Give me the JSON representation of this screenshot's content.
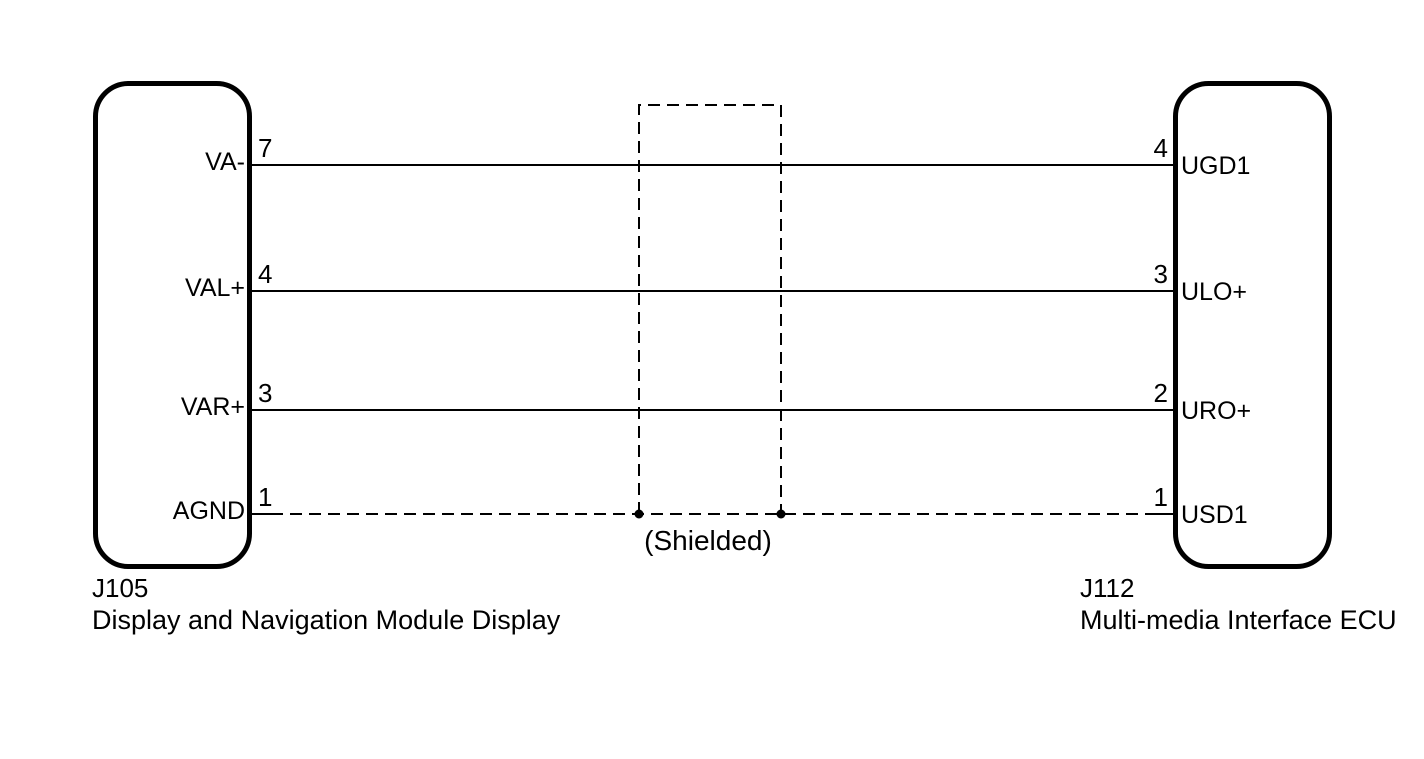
{
  "diagram": {
    "background_color": "#ffffff",
    "line_color": "#000000",
    "shield_label": "(Shielded)",
    "left_connector": {
      "code": "J105",
      "name": "Display and Navigation Module Display",
      "pins": [
        {
          "number": "7",
          "label": "VA-"
        },
        {
          "number": "4",
          "label": "VAL+"
        },
        {
          "number": "3",
          "label": "VAR+"
        },
        {
          "number": "1",
          "label": "AGND"
        }
      ]
    },
    "right_connector": {
      "code": "J112",
      "name": "Multi-media Interface ECU",
      "pins": [
        {
          "number": "4",
          "label": "UGD1"
        },
        {
          "number": "3",
          "label": "ULO+"
        },
        {
          "number": "2",
          "label": "URO+"
        },
        {
          "number": "1",
          "label": "USD1"
        }
      ]
    },
    "wires": [
      {
        "from_pin": "7",
        "from_label": "VA-",
        "to_pin": "4",
        "to_label": "UGD1",
        "style": "solid"
      },
      {
        "from_pin": "4",
        "from_label": "VAL+",
        "to_pin": "3",
        "to_label": "ULO+",
        "style": "solid"
      },
      {
        "from_pin": "3",
        "from_label": "VAR+",
        "to_pin": "2",
        "to_label": "URO+",
        "style": "solid"
      },
      {
        "from_pin": "1",
        "from_label": "AGND",
        "to_pin": "1",
        "to_label": "USD1",
        "style": "shielded-dashed"
      }
    ]
  }
}
